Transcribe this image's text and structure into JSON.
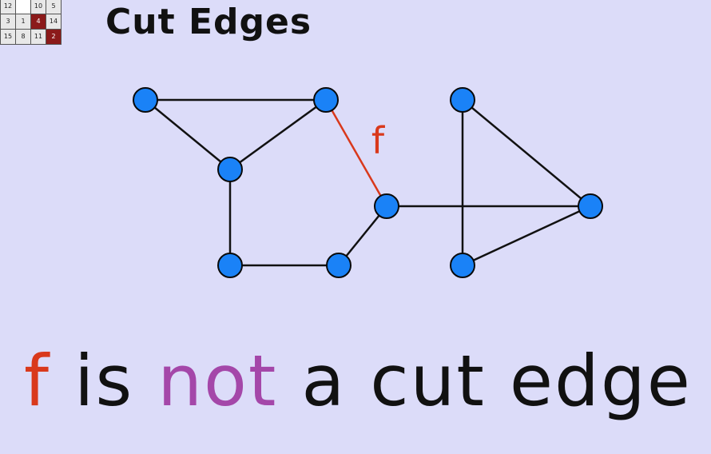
{
  "logo": {
    "cells": [
      {
        "text": "12",
        "style": "light"
      },
      {
        "text": "",
        "style": "blank"
      },
      {
        "text": "10",
        "style": "light"
      },
      {
        "text": "5",
        "style": "light"
      },
      {
        "text": "3",
        "style": "light"
      },
      {
        "text": "1",
        "style": "light"
      },
      {
        "text": "4",
        "style": "dark"
      },
      {
        "text": "14",
        "style": "light"
      },
      {
        "text": "15",
        "style": "light"
      },
      {
        "text": "8",
        "style": "light"
      },
      {
        "text": "11",
        "style": "light"
      },
      {
        "text": "2",
        "style": "dark"
      }
    ]
  },
  "title": "Cut Edges",
  "graph": {
    "node_color": "#1a82f7",
    "edge_color": "#111111",
    "highlight_color": "#d9391c",
    "edge_label": "f",
    "nodes": [
      {
        "id": "a"
      },
      {
        "id": "b"
      },
      {
        "id": "c"
      },
      {
        "id": "d"
      },
      {
        "id": "e"
      },
      {
        "id": "g"
      },
      {
        "id": "h"
      },
      {
        "id": "i"
      },
      {
        "id": "j"
      }
    ],
    "edges": [
      {
        "from": "a",
        "to": "b"
      },
      {
        "from": "a",
        "to": "c"
      },
      {
        "from": "b",
        "to": "c"
      },
      {
        "from": "c",
        "to": "d"
      },
      {
        "from": "d",
        "to": "e"
      },
      {
        "from": "e",
        "to": "g"
      },
      {
        "from": "b",
        "to": "g",
        "highlight": true
      },
      {
        "from": "g",
        "to": "i"
      },
      {
        "from": "h",
        "to": "i"
      },
      {
        "from": "h",
        "to": "j"
      },
      {
        "from": "i",
        "to": "j"
      }
    ]
  },
  "caption": {
    "part1": "f",
    "part2": " is ",
    "part3": "not",
    "part4": " a cut edge"
  }
}
